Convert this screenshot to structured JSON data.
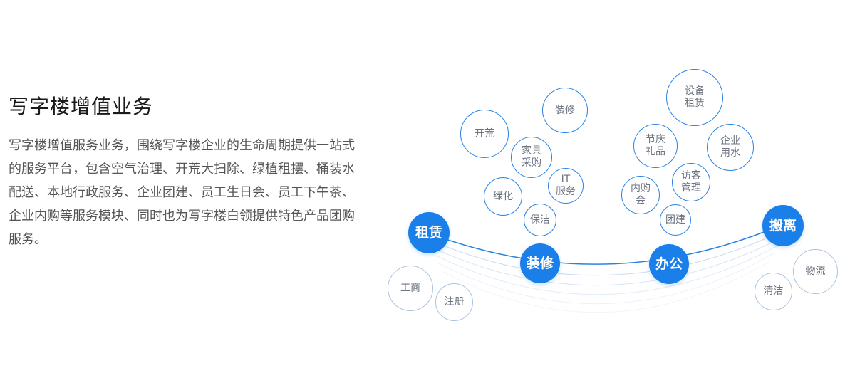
{
  "section": {
    "title": "写字楼增值业务",
    "description": "写字楼增值服务业务，围绕写字楼企业的生命周期提供一站式的服务平台，包含空气治理、开荒大扫除、绿植租摆、桶装水配送、本地行政服务、企业团建、员工生日会、员工下午茶、企业内购等服务模块、同时也为写字楼白领提供特色产品团购服务。"
  },
  "main_nodes": [
    {
      "id": "rent",
      "label": "租赁"
    },
    {
      "id": "decoration",
      "label": "装修"
    },
    {
      "id": "office",
      "label": "办公"
    },
    {
      "id": "moving",
      "label": "搬离"
    }
  ],
  "service_bubbles": {
    "rent": [
      "工商",
      "注册"
    ],
    "decoration": [
      "开荒",
      "装修",
      "家具\n采购",
      "IT\n服务",
      "绿化",
      "保洁"
    ],
    "office": [
      "设备\n租赁",
      "节庆\n礼品",
      "企业\n用水",
      "访客\n管理",
      "内购\n会",
      "团建"
    ],
    "moving": [
      "物流",
      "清洁"
    ]
  },
  "colors": {
    "primary": "#1a7fe8",
    "bubble_border": "#2a83e4",
    "bubble_border_light": "#a9c3e2",
    "bubble_text": "#6b7380",
    "title": "#1a1a1a",
    "body_text": "#555555"
  }
}
